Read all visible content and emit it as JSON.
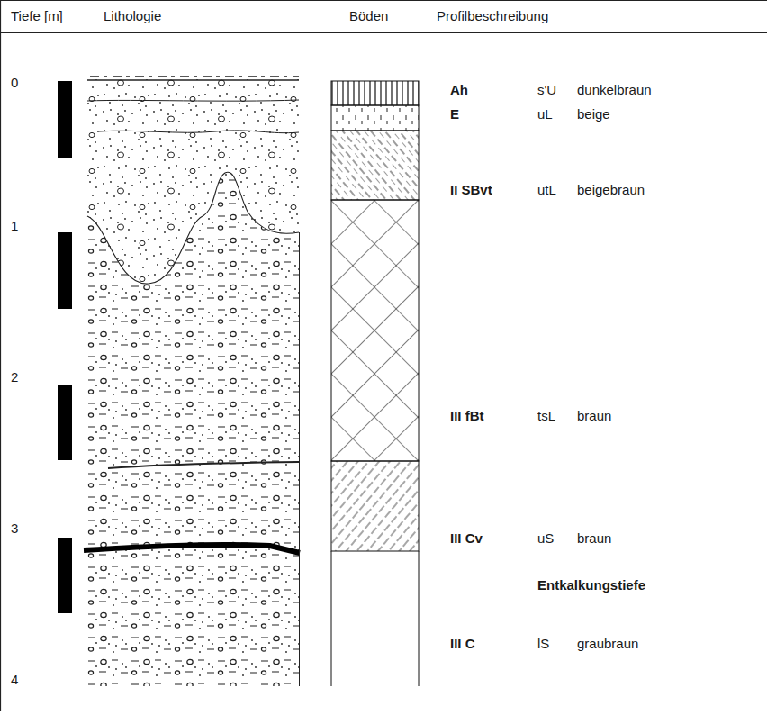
{
  "diagram": {
    "labels": [
      "Tiefe [m]",
      "Lithologie",
      "Böden",
      "Profilbeschreibung",
      "0",
      "1",
      "2",
      "3",
      "4",
      "Ah",
      "s'U",
      "dunkelbraun",
      "E",
      "uL",
      "beige",
      "II SBvt",
      "utL",
      "beigebraun",
      "III fBt",
      "tsL",
      "braun",
      "III Cv",
      "uS",
      "braun",
      "Entkalkungstiefe",
      "III C",
      "lS",
      "graubraun"
    ]
  }
}
